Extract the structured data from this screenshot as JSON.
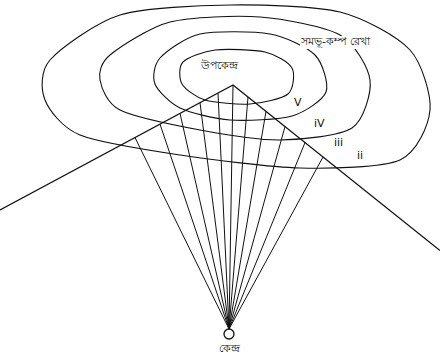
{
  "diagram": {
    "labels": [
      "উপকেন্দ্র",
      "সমভূ-কম্প রেখা",
      "V",
      "iV",
      "iii",
      "ii",
      "কেন্দ্র"
    ]
  }
}
